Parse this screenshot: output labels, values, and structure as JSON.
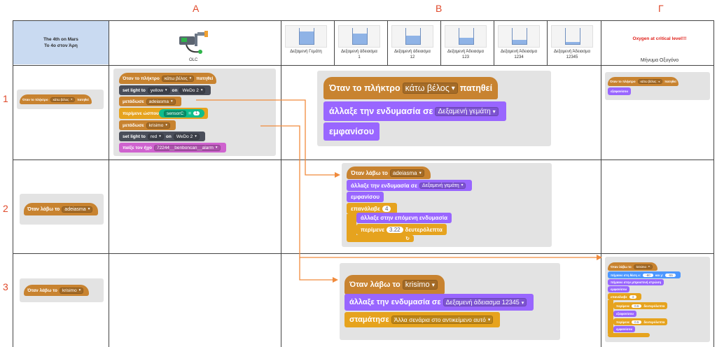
{
  "columns": {
    "a": "A",
    "b": "B",
    "g": "Γ"
  },
  "rows": [
    "1",
    "2",
    "3"
  ],
  "header": {
    "title_en": "The 4th on Mars",
    "title_el": "Το 4ο στον Άρη",
    "olc_label": "OLC",
    "tanks": [
      {
        "label1": "Δεξαμενή Γεμάτη",
        "label2": "",
        "level": 0.75
      },
      {
        "label1": "Δεξαμενή άδειασμα",
        "label2": "1",
        "level": 0.62
      },
      {
        "label1": "Δεξαμενή άδειασμα",
        "label2": "12",
        "level": 0.5
      },
      {
        "label1": "Δεξαμενή Άδειασμα",
        "label2": "123",
        "level": 0.38
      },
      {
        "label1": "Δεξαμενή Άδειασμα",
        "label2": "1234",
        "level": 0.25
      },
      {
        "label1": "Δεξαμενή Άδειασμα",
        "label2": "12345",
        "level": 0.12
      }
    ],
    "oxygen_warning": "Oxygen at critical level!!!",
    "oxygen_label": "Μήνυμα Οξυγόνο"
  },
  "row1": {
    "stub": {
      "text": "Όταν το πλήκτρο",
      "key": "κάτω βέλος",
      "end": "πατηθεί"
    },
    "olc": {
      "hat": {
        "text": "Όταν το πλήκτρο",
        "key": "κάτω βέλος",
        "end": "πατηθεί"
      },
      "light1": {
        "a": "set light to",
        "color": "yellow",
        "b": "on",
        "dev": "WeDo 2"
      },
      "bc1": {
        "text": "μετάδωσε",
        "msg": "adeiasma"
      },
      "wait": {
        "text": "περίμενε ώσπου",
        "sensor": "sensorC",
        "op": "=",
        "val": "1"
      },
      "bc2": {
        "text": "μετάδωσε",
        "msg": "krisimo"
      },
      "light2": {
        "a": "set light to",
        "color": "red",
        "b": "on",
        "dev": "WeDo 2"
      },
      "sound": {
        "text": "παίξε τον ήχο",
        "snd": "72244__benboncan__alarm"
      }
    },
    "tank_script": {
      "hat": {
        "text": "Όταν το πλήκτρο",
        "key": "κάτω βέλος",
        "end": "πατηθεί"
      },
      "costume": {
        "text": "άλλαξε την ενδυμασία σε",
        "val": "Δεξαμενή γεμάτη"
      },
      "show": "εμφανίσου"
    },
    "msg_script": {
      "hat": {
        "text": "Όταν το πλήκτρο",
        "key": "κάτω βέλος",
        "end": "πατηθεί"
      },
      "show": "εξαφανίσου"
    }
  },
  "row2": {
    "stub": {
      "text": "Όταν λάβω το",
      "msg": "adeiasma"
    },
    "script": {
      "hat": {
        "text": "Όταν λάβω το",
        "msg": "adeiasma"
      },
      "costume": {
        "text": "άλλαξε την ενδυμασία σε",
        "val": "Δεξαμενή γεμάτη"
      },
      "show": "εμφανίσου",
      "repeat": {
        "text": "επανάλαβε",
        "n": "4"
      },
      "next": "άλλαξε στην επόμενη ενδυμασία",
      "wait": {
        "a": "περίμενε",
        "n": "3.22",
        "b": "δευτερόλεπτα"
      }
    }
  },
  "row3": {
    "stub": {
      "text": "Όταν λάβω το",
      "msg": "krisimo"
    },
    "script": {
      "hat": {
        "text": "Όταν λάβω το",
        "msg": "krisimo"
      },
      "costume": {
        "text": "άλλαξε την ενδυμασία σε",
        "val": "Δεξαμενή άδειασμα 12345"
      },
      "stop": {
        "text": "σταμάτησε",
        "val": "Άλλα σενάρια στο αντικείμενο αυτό"
      }
    },
    "msg_script": {
      "hat": {
        "text": "Όταν λάβω το",
        "msg": "krisimo"
      },
      "goto": {
        "a": "πήγαινε στη θέση x:",
        "x": "-80",
        "b": "και y:",
        "y": "-55"
      },
      "front": "πήγαινε στην μπροστινή στρώση",
      "show": "εμφανίσου",
      "repeat": {
        "text": "επανάλαβε",
        "n": "4"
      },
      "wait1": {
        "a": "περίμενε",
        "n": "0.5",
        "b": "δευτερόλεπτα"
      },
      "hide": "εξαφανίσου",
      "wait2": {
        "a": "περίμενε",
        "n": "0.5",
        "b": "δευτερόλεπτα"
      },
      "show2": "εμφανίσου"
    }
  },
  "colors": {
    "event": "#c88330",
    "looks": "#9966ff",
    "control": "#e6a31e",
    "arrow": "#f08a3c",
    "label_red": "#e04a2c"
  }
}
